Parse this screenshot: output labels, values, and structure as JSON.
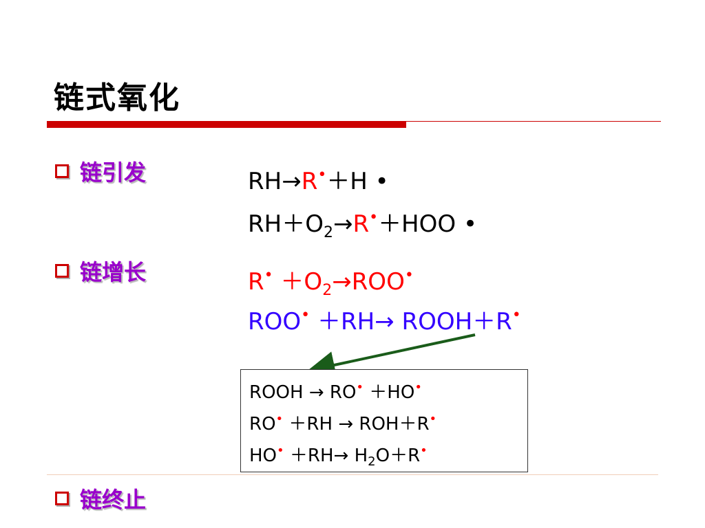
{
  "title": "链式氧化",
  "bullets": [
    {
      "label": "链引发"
    },
    {
      "label": "链增长"
    },
    {
      "label": "链终止"
    }
  ],
  "initiation": {
    "eq1": {
      "a": "RH",
      "arrow": "→",
      "b": "R",
      "dot": "•",
      "c": "＋H •"
    },
    "eq2": {
      "a": "RH＋O",
      "sub": "2",
      "arrow": "→",
      "b": "R",
      "dot": "•",
      "c": "＋HOO •"
    }
  },
  "propagation": {
    "eq1": {
      "a": "R",
      "dot": "•",
      "b": " ＋O",
      "sub": "2",
      "arrow": "→",
      "c": "ROO",
      "dot2": "•"
    },
    "eq2": {
      "a": "ROO",
      "dot": "•",
      "b": " ＋RH",
      "arrow": "→",
      "c": " ROOH＋R",
      "dot2": "•"
    }
  },
  "box": {
    "line1": {
      "a": "ROOH ",
      "arrow": "→",
      "b": " RO",
      "dot": "•",
      "c": " ＋HO",
      "dot2": "•"
    },
    "line2": {
      "a": "RO",
      "dot": "•",
      "b": " ＋RH ",
      "arrow": "→",
      "c": " ROH＋R",
      "dot2": "•"
    },
    "line3": {
      "a": "HO",
      "dot": "•",
      "b": " ＋RH",
      "arrow": "→",
      "c": " H",
      "sub": "2",
      "d": "O＋R",
      "dot2": "•"
    }
  },
  "colors": {
    "accent_red": "#cc0000",
    "bullet_purple": "#9900cc",
    "propagation_blue": "#3300ff",
    "radical_red": "#ff0000",
    "arrow_green": "#1a5c1a"
  }
}
